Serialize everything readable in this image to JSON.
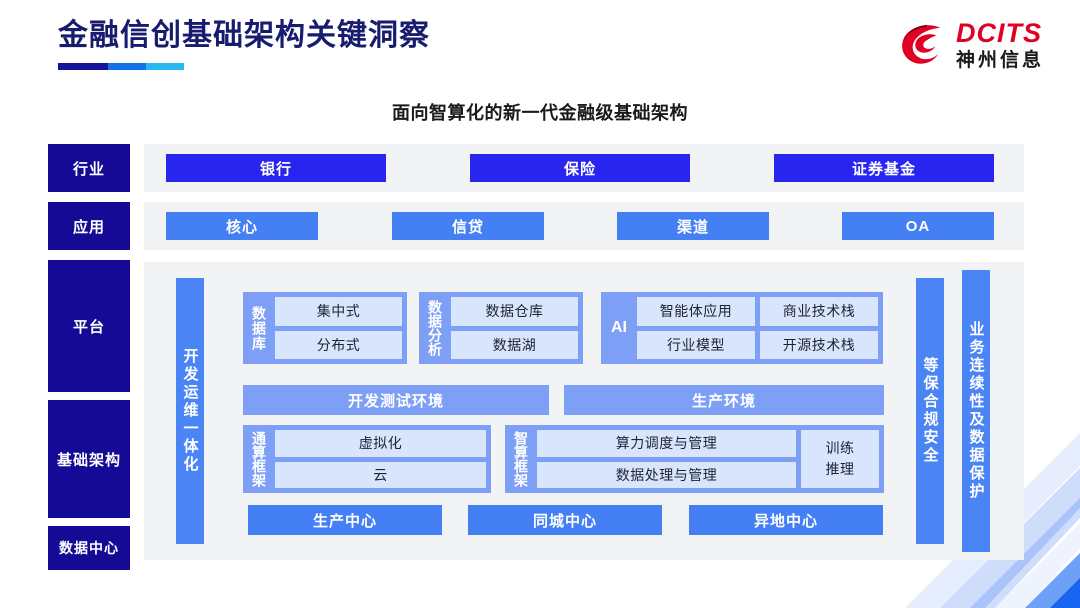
{
  "header": {
    "title": "金融信创基础架构关键洞察",
    "logo_en": "DCITS",
    "logo_cn": "神州信息",
    "subtitle": "面向智算化的新一代金融级基础架构"
  },
  "colors": {
    "navy_label": "#140a96",
    "strong_blue": "#2a25ee",
    "mid_blue": "#4480f4",
    "soft_blue": "#7e9ff6",
    "chip_blue": "#d9e4fd",
    "panel_gray": "#f2f3f5",
    "logo_red": "#e00024",
    "title_navy": "#181c6e"
  },
  "rows": {
    "industry": {
      "label": "行业",
      "items": [
        "银行",
        "保险",
        "证券基金"
      ]
    },
    "application": {
      "label": "应用",
      "items": [
        "核心",
        "信贷",
        "渠道",
        "OA"
      ]
    },
    "platform": {
      "label": "平台"
    },
    "infrastructure": {
      "label": "基础架构"
    },
    "datacenter": {
      "label": "数据中心"
    }
  },
  "devops_bar": "开发运维一体化",
  "platform": {
    "database": {
      "title": "数据库",
      "items": [
        "集中式",
        "分布式"
      ]
    },
    "data_analysis": {
      "title": "数据分析",
      "items": [
        "数据仓库",
        "数据湖"
      ]
    },
    "ai": {
      "title": "AI",
      "items": [
        "智能体应用",
        "商业技术栈",
        "行业模型",
        "开源技术栈"
      ]
    },
    "environments": [
      "开发测试环境",
      "生产环境"
    ]
  },
  "infrastructure": {
    "general_compute": {
      "title": "通算框架",
      "items": [
        "虚拟化",
        "云"
      ]
    },
    "intelligent_compute": {
      "title": "智算框架",
      "items": [
        "算力调度与管理",
        "数据处理与管理"
      ],
      "side": "训练\n推理",
      "side_line1": "训练",
      "side_line2": "推理"
    }
  },
  "datacenters": [
    "生产中心",
    "同城中心",
    "异地中心"
  ],
  "right_bars": {
    "compliance": "等保合规安全",
    "continuity": "业务连续性及数据保护"
  }
}
